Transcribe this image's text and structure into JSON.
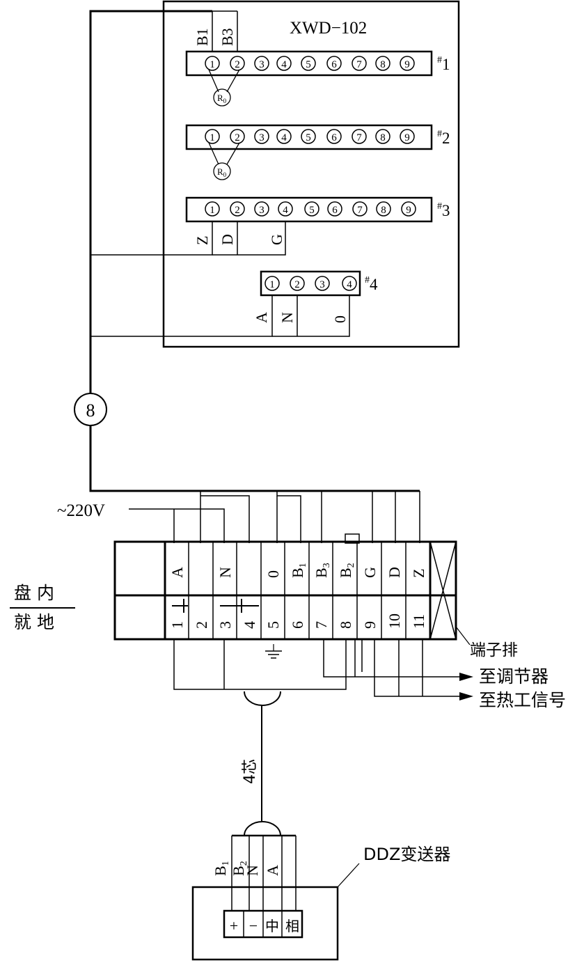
{
  "controller": {
    "model": "XWD−102",
    "rows": [
      {
        "label": "#1",
        "terminals": [
          "1",
          "2",
          "3",
          "4",
          "5",
          "6",
          "7",
          "8",
          "9"
        ],
        "top_labels": [
          "B1",
          "B3"
        ],
        "resistor": "R0"
      },
      {
        "label": "#2",
        "terminals": [
          "1",
          "2",
          "3",
          "4",
          "5",
          "6",
          "7",
          "8",
          "9"
        ],
        "resistor": "R0"
      },
      {
        "label": "#3",
        "terminals": [
          "1",
          "2",
          "3",
          "4",
          "5",
          "6",
          "7",
          "8",
          "9"
        ],
        "bottom_labels": [
          "Z",
          "D",
          "G"
        ]
      },
      {
        "label": "#4",
        "terminals": [
          "1",
          "2",
          "3",
          "4"
        ],
        "bottom_labels": [
          "A",
          "N",
          "0"
        ]
      }
    ]
  },
  "cable_marker": "8",
  "power_label": "~220V",
  "side_labels": {
    "inside": "盘 内",
    "field": "就 地"
  },
  "terminal_strip": {
    "name": "端子排",
    "top_labels": [
      "A",
      "",
      "N",
      "",
      "0",
      "B1",
      "B3",
      "B2",
      "G",
      "D",
      "Z"
    ],
    "numbers": [
      "1",
      "2",
      "3",
      "4",
      "5",
      "6",
      "7",
      "8",
      "9",
      "10",
      "11"
    ]
  },
  "outputs": [
    "至调节器",
    "至热工信号"
  ],
  "cable_core": "4芯",
  "transmitter": {
    "name": "DDZ变送器",
    "wire_labels": [
      "B1",
      "B2",
      "N",
      "A"
    ],
    "terminals": [
      "+",
      "−",
      "中",
      "相"
    ]
  }
}
